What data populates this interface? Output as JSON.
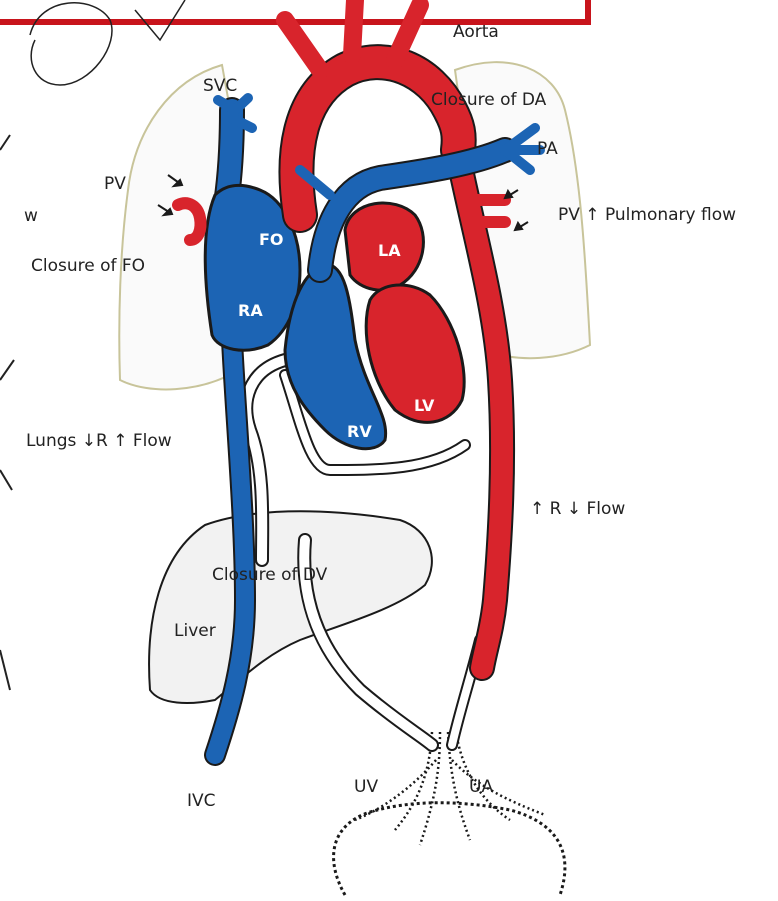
{
  "labels": {
    "aorta": "Aorta",
    "svc": "SVC",
    "closure_da": "Closure of DA",
    "pa": "PA",
    "pv_left": "PV",
    "pv_right": "PV",
    "pulmonary_up": "↑",
    "pulmonary_flow": "Pulmonary flow",
    "edge_w": "w",
    "closure_fo": "Closure of FO",
    "fo": "FO",
    "la": "LA",
    "ra": "RA",
    "lv": "LV",
    "rv": "RV",
    "lungs_flow": "Lungs ↓R ↑ Flow",
    "systemic_flow": "↑ R ↓ Flow",
    "closure_dv": "Closure of DV",
    "liver": "Liver",
    "uv": "UV",
    "ua": "UA",
    "ivc": "IVC"
  },
  "colors": {
    "oxygenated": "#d8242c",
    "deoxygenated": "#1c64b4",
    "outline": "#1a1a1a",
    "lung_outline": "#c8c49a",
    "organ_fill": "#eeeeee",
    "banner_border": "#c8141c"
  }
}
